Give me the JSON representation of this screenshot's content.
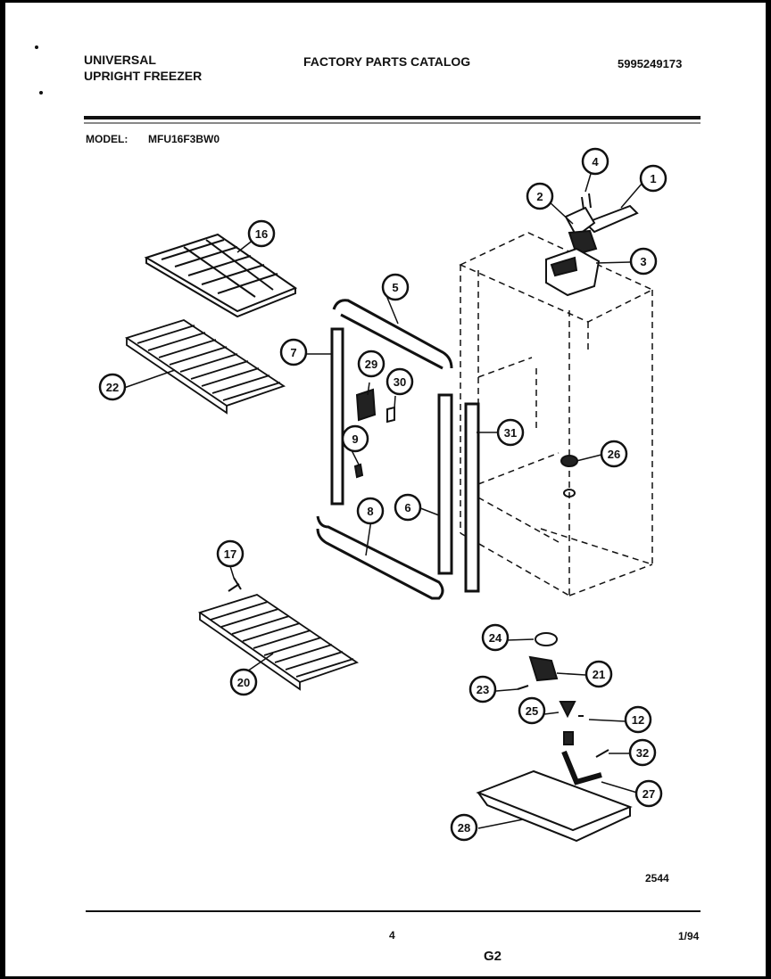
{
  "header": {
    "brand_line1": "UNIVERSAL",
    "brand_line2": "UPRIGHT FREEZER",
    "catalog_title": "FACTORY PARTS CATALOG",
    "catalog_number": "5995249173",
    "model_label": "MODEL:",
    "model_value": "MFU16F3BW0"
  },
  "callouts": [
    "1",
    "2",
    "3",
    "4",
    "5",
    "6",
    "7",
    "8",
    "9",
    "12",
    "16",
    "17",
    "20",
    "21",
    "22",
    "23",
    "24",
    "25",
    "26",
    "27",
    "28",
    "29",
    "30",
    "31",
    "32"
  ],
  "diagram": {
    "drawing_number": "2544"
  },
  "footer": {
    "page_number": "4",
    "date": "1/94",
    "section": "G2"
  }
}
